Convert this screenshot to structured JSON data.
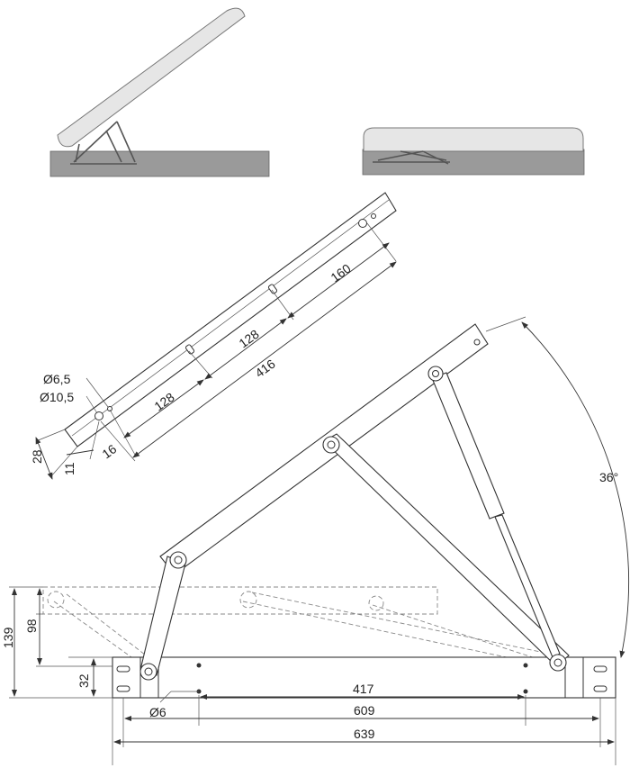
{
  "dimensions": {
    "hole_small": "Ø6,5",
    "hole_large": "Ø10,5",
    "hole_mount": "Ø6",
    "width_28": "28",
    "offset_11": "11",
    "offset_16": "16",
    "spacing_128_a": "128",
    "spacing_128_b": "128",
    "spacing_160": "160",
    "length_416": "416",
    "height_139": "139",
    "height_98": "98",
    "height_32": "32",
    "length_417": "417",
    "length_609": "609",
    "length_639": "639",
    "angle": "36°"
  },
  "colors": {
    "mattress": "#e6e6e6",
    "base": "#9a9a9a",
    "line": "#333333",
    "dashed": "#888888"
  }
}
